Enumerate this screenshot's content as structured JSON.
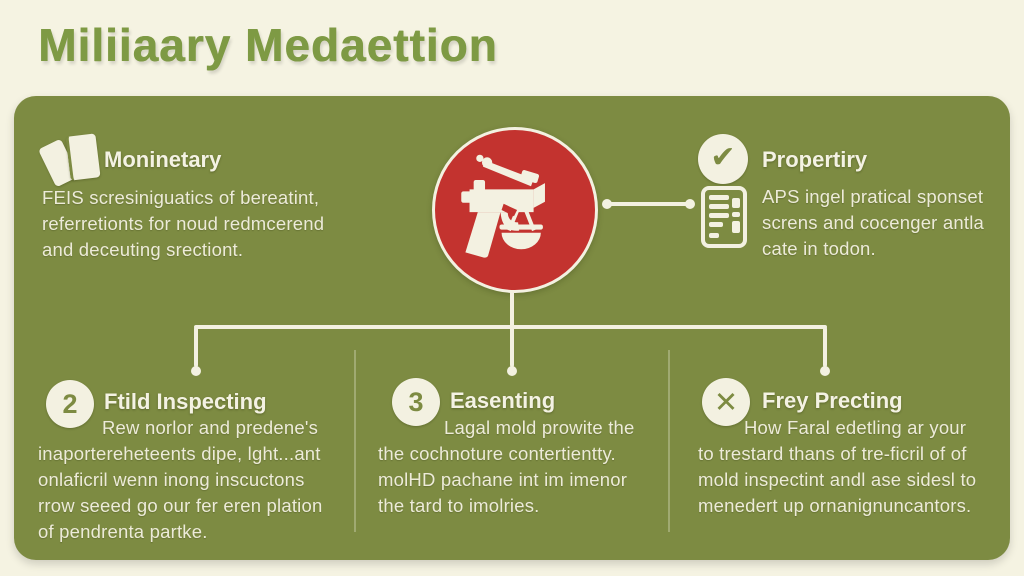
{
  "title": "Miliiaary Medaettion",
  "colors": {
    "background": "#f5f3e2",
    "panel_green": "#7d8b42",
    "title_green": "#7e9a44",
    "accent_red": "#c3332f",
    "light_text": "#f3f1e1"
  },
  "icons": {
    "books": "books-icon",
    "check": "✔",
    "document_list": "document-list-icon",
    "gun_scale": "gun-scale-icon",
    "cross": "✕"
  },
  "top_left": {
    "heading": "Moninetary",
    "body": "FEIS scresiniguatics of bereatint,\nreferretionts for noud redmcerend\nand deceuting srectiont."
  },
  "top_right": {
    "heading": "Propertiry",
    "body": "APS ingel pratical sponset\nscrens and cocenger antla\ncate in todon."
  },
  "sections": [
    {
      "badge": "2",
      "heading": "Ftild Inspecting",
      "body": "Rew norlor and predene's\ninaportereheteents dipe, lght...ant\nonlaficril wenn inong inscuctons\nrrow seeed go our fer eren plation\nof pendrenta partke."
    },
    {
      "badge": "3",
      "heading": "Easenting",
      "body": "Lagal mold prowite the\nthe cochnoture contertientty.\nmolHD pachane int im imenor\nthe tard to imolries."
    },
    {
      "badge": "✕",
      "heading": "Frey Precting",
      "body": "How Faral edetling ar your\nto trestard thans of tre-ficril of of\nmold inspectint andl ase sidesl to\nmenedert up ornanignuncantors."
    }
  ]
}
